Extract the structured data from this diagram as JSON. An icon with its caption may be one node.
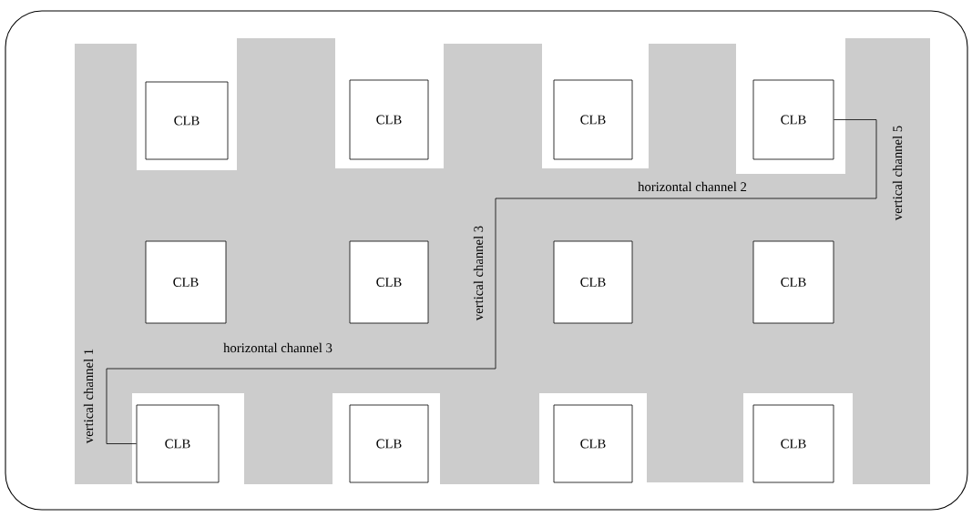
{
  "diagram": {
    "nodes": [
      {
        "text": [
          "CLB"
        ]
      },
      {
        "text": [
          "CLB"
        ]
      },
      {
        "text": [
          "CLB"
        ]
      },
      {
        "text": [
          "CLB"
        ]
      },
      {
        "text": [
          "CLB"
        ]
      },
      {
        "text": [
          "CLB"
        ]
      },
      {
        "text": [
          "CLB"
        ]
      },
      {
        "text": [
          "CLB"
        ]
      },
      {
        "text": [
          "CLB"
        ]
      },
      {
        "text": [
          "CLB"
        ]
      },
      {
        "text": [
          "CLB"
        ]
      },
      {
        "text": [
          "CLB"
        ]
      }
    ],
    "edges": [
      {
        "from": 3,
        "to": 8,
        "arrow": "none"
      }
    ],
    "labels": [
      "horizontal channel 2",
      "vertical channel 5",
      "vertical channel 3",
      "vertical channel 1",
      "horizontal channel 3"
    ]
  }
}
